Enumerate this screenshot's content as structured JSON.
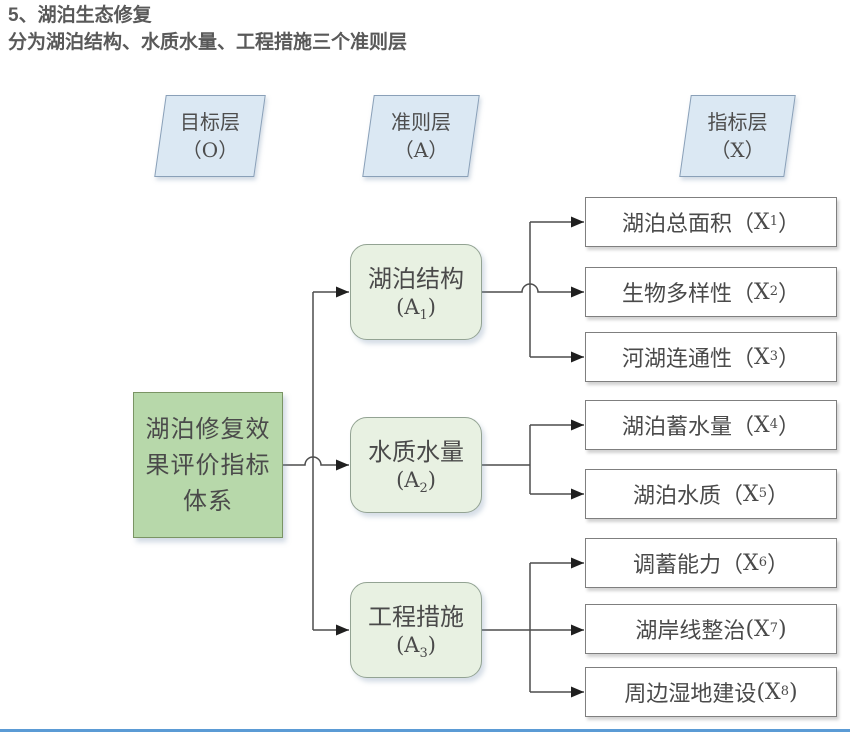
{
  "title": {
    "line1": "5、湖泊生态修复",
    "line2": "分为湖泊结构、水质水量、工程措施三个准则层"
  },
  "layer_headers": [
    {
      "label": "目标层",
      "code": "（O）"
    },
    {
      "label": "准则层",
      "code": "（A）"
    },
    {
      "label": "指标层",
      "code": "（X）"
    }
  ],
  "root": {
    "lines": [
      "湖泊修复效",
      "果评价指标",
      "体系"
    ]
  },
  "criteria": [
    {
      "label": "湖泊结构",
      "open": "(",
      "code": "A",
      "sub": "1",
      "close": ")"
    },
    {
      "label": "水质水量",
      "open": "(",
      "code": "A",
      "sub": "2",
      "close": ")"
    },
    {
      "label": "工程措施",
      "open": "(",
      "code": "A",
      "sub": "3",
      "close": ")"
    }
  ],
  "indicators": [
    {
      "label": "湖泊总面积",
      "open": "（",
      "code": "X",
      "sub": "1",
      "close": "）"
    },
    {
      "label": "生物多样性",
      "open": "（",
      "code": "X",
      "sub": "2",
      "close": "）"
    },
    {
      "label": "河湖连通性",
      "open": "（",
      "code": "X",
      "sub": "3",
      "close": "）"
    },
    {
      "label": "湖泊蓄水量",
      "open": "（",
      "code": "X",
      "sub": "4",
      "close": "）"
    },
    {
      "label": "湖泊水质",
      "open": "（",
      "code": "X",
      "sub": "5",
      "close": "）"
    },
    {
      "label": "调蓄能力",
      "open": "（",
      "code": "X",
      "sub": "6",
      "close": "）"
    },
    {
      "label": "湖岸线整治",
      "open": "(",
      "code": "X",
      "sub": "7",
      "close": ")"
    },
    {
      "label": "周边湿地建设",
      "open": "(",
      "code": "X",
      "sub": "8",
      "close": ")"
    }
  ],
  "colors": {
    "title_text": "#595959",
    "header_fill": "#dbe8f3",
    "header_border": "#8aa0b8",
    "root_fill": "#b7d8aa",
    "root_border": "#7a9464",
    "criteria_fill": "#e8f1e2",
    "criteria_border": "#93a393",
    "indicator_fill": "#ffffff",
    "indicator_border": "#7f7f7f",
    "connector_line": "#4d4d4d",
    "arrowhead": "#1f1f1f",
    "footer_rule": "#5b9bd5"
  }
}
